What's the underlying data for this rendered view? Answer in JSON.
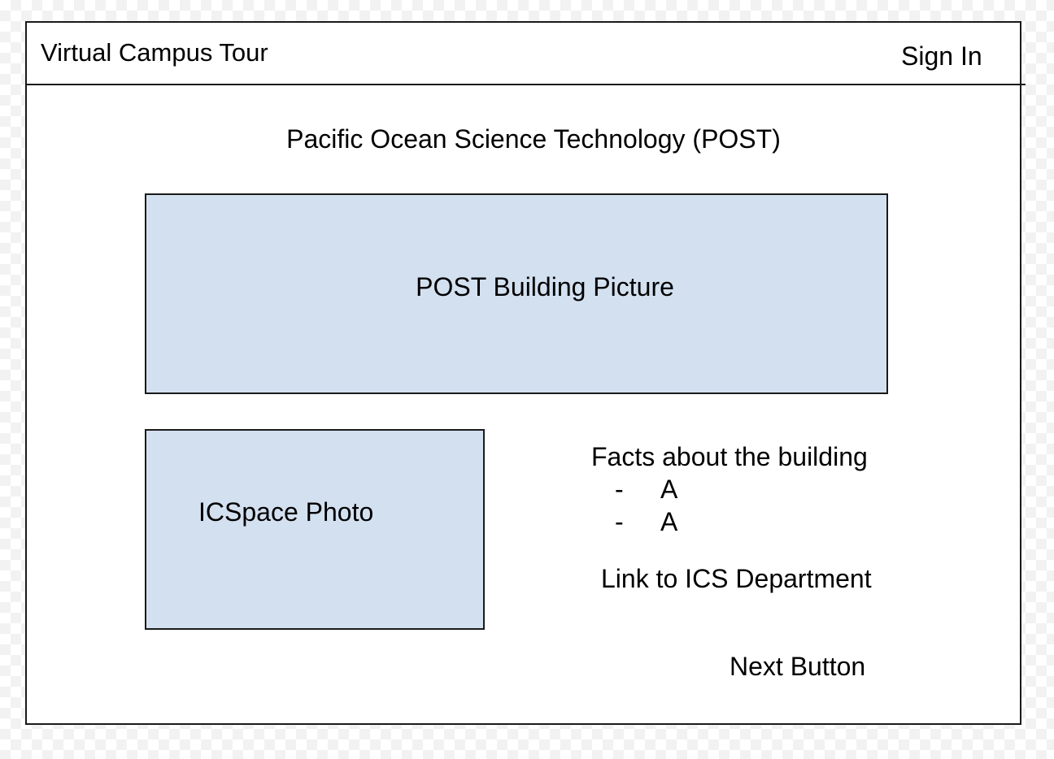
{
  "header": {
    "app_title": "Virtual Campus Tour",
    "sign_in_label": "Sign In"
  },
  "main": {
    "building_name": "Pacific Ocean Science Technology (POST)",
    "hero_image_label": "POST Building Picture",
    "side_photo_label": "ICSpace Photo",
    "facts": {
      "title": "Facts about the building",
      "items": [
        {
          "bullet": "-",
          "text": "A"
        },
        {
          "bullet": "-",
          "text": "A"
        }
      ]
    },
    "department_link_label": "Link to ICS Department",
    "next_button_label": "Next Button"
  },
  "colors": {
    "placeholder_fill": "#d3e0f0",
    "border": "#1a1a1a"
  }
}
